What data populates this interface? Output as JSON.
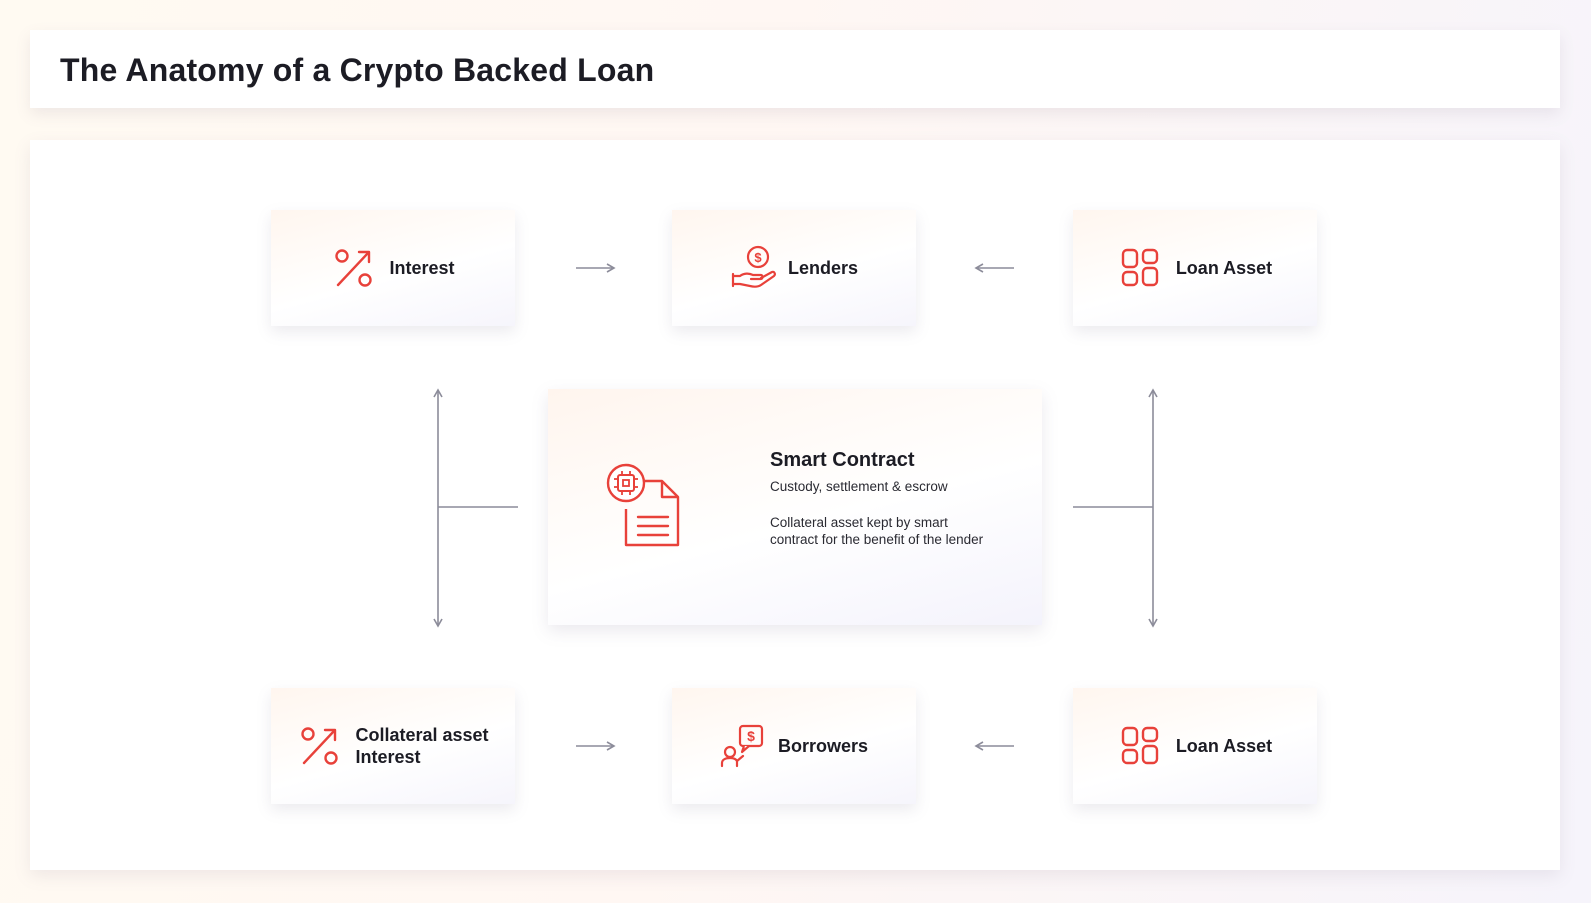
{
  "title": "The Anatomy of a Crypto Backed Loan",
  "colors": {
    "accent": "#e8413a",
    "arrow": "#8c8c9a"
  },
  "nodes": {
    "top_left": {
      "label": "Interest",
      "icon": "percent-icon"
    },
    "top_center": {
      "label": "Lenders",
      "icon": "hand-coin-icon"
    },
    "top_right": {
      "label": "Loan Asset",
      "icon": "grid-icon"
    },
    "bottom_left": {
      "label_line1": "Collateral asset",
      "label_line2": "Interest",
      "icon": "percent-icon"
    },
    "bottom_center": {
      "label": "Borrowers",
      "icon": "person-dollar-icon"
    },
    "bottom_right": {
      "label": "Loan Asset",
      "icon": "grid-icon"
    }
  },
  "smart_contract": {
    "title": "Smart Contract",
    "subtitle": "Custody, settlement & escrow",
    "description": "Collateral asset kept by smart contract for the benefit of the lender",
    "icon": "chip-document-icon"
  }
}
